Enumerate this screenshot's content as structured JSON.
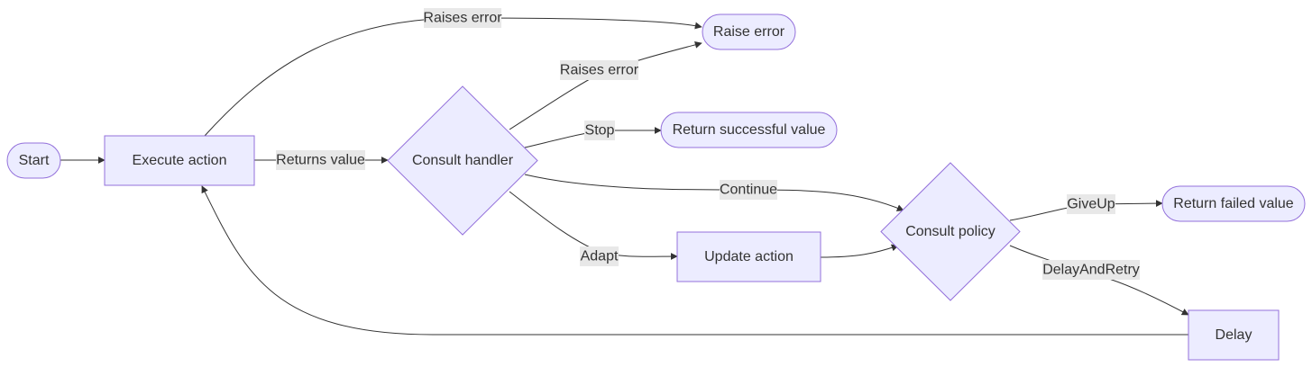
{
  "nodes": {
    "start": "Start",
    "execute_action": "Execute action",
    "consult_handler": "Consult handler",
    "raise_error": "Raise error",
    "return_successful": "Return successful value",
    "update_action": "Update action",
    "consult_policy": "Consult policy",
    "return_failed": "Return failed value",
    "delay": "Delay"
  },
  "edges": {
    "raises_error_top": "Raises error",
    "raises_error_handler": "Raises error",
    "returns_value": "Returns value",
    "stop": "Stop",
    "continue": "Continue",
    "adapt": "Adapt",
    "give_up": "GiveUp",
    "delay_and_retry": "DelayAndRetry"
  },
  "colors": {
    "node_fill": "#ECECFF",
    "node_stroke": "#9370DB",
    "edge": "#333333",
    "label_bg": "#e8e8e8"
  }
}
